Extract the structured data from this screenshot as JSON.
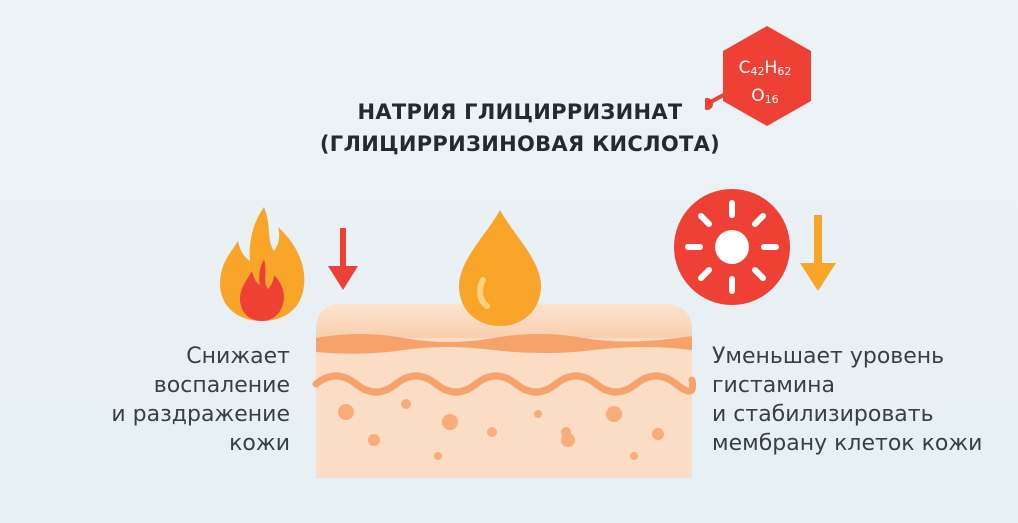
{
  "title": {
    "line1": "НАТРИЯ ГЛИЦИРРИЗИНАТ",
    "line2": "(ГЛИЦИРРИЗИНОВАЯ КИСЛОТА)"
  },
  "formula": {
    "c": "C",
    "c_sub": "42",
    "h": "H",
    "h_sub": "62",
    "o": "O",
    "o_sub": "16"
  },
  "left_effect": {
    "lines": [
      "Снижает",
      "воспаление",
      "и раздражение",
      "кожи"
    ]
  },
  "right_effect": {
    "lines": [
      "Уменьшает уровень",
      "гистамина",
      "и стабилизировать",
      "мембрану клеток кожи"
    ]
  },
  "icons": {
    "flame": "flame-icon",
    "drop": "oil-drop-icon",
    "sun": "sun-icon",
    "arrow_down": "arrow-down-icon",
    "skin": "skin-layers-illustration",
    "hexagon": "molecule-hexagon-icon"
  },
  "colors": {
    "title": "#262a30",
    "text": "#3b3f45",
    "red": "#ef4036",
    "orange": "#f9a52a",
    "skin": "#fbd9bf",
    "skin_line": "#f6a26a"
  }
}
